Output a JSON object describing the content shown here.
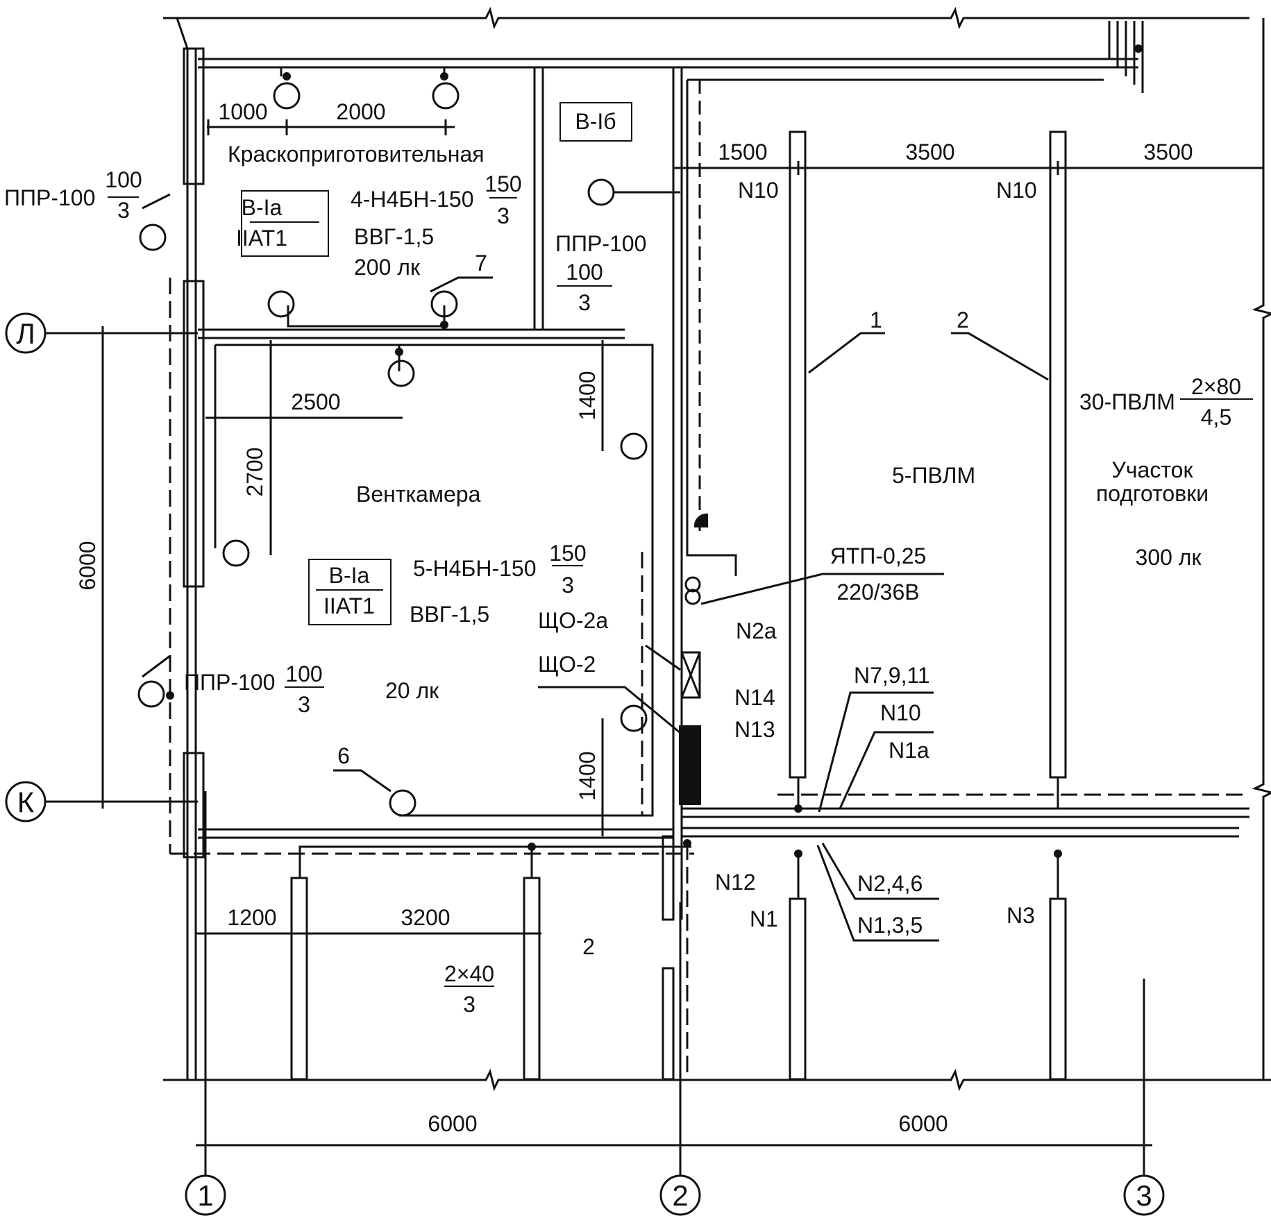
{
  "rooms": {
    "paint": {
      "name": "Краскоприготовительная",
      "zone_top": "В-Iа",
      "zone_bottom": "IIАТ1",
      "fixture_prefix": "4-Н4БН-150",
      "fixture_num": "150",
      "fixture_den": "3",
      "cable": "ВВГ-1,5",
      "lux": "200 лк"
    },
    "vent": {
      "name": "Венткамера",
      "zone_top": "В-Iа",
      "zone_bottom": "IIАТ1",
      "fixture_prefix": "5-Н4БН-150",
      "fixture_num": "150",
      "fixture_den": "3",
      "cable": "ВВГ-1,5",
      "lux": "20 лк"
    },
    "prep": {
      "name_line1": "Участок",
      "name_line2": "подготовки",
      "lux": "300 лк",
      "fixture_prefix": "30-ПВЛМ",
      "fixture_num": "2×80",
      "fixture_den": "4,5",
      "line_label": "5-ПВЛМ"
    },
    "small_zone": "В-Iб",
    "bottom_fixture_num": "2×40",
    "bottom_fixture_den": "3"
  },
  "fixtures": {
    "ppr_prefix": "ППР-100",
    "ppr_num": "100",
    "ppr_den": "3"
  },
  "equipment": {
    "transformer": "ЯТП-0,25",
    "transformer_voltage": "220/36В",
    "panel_a": "ЩО-2а",
    "panel": "ЩО-2"
  },
  "groups": {
    "n10": "N10",
    "n2a": "N2а",
    "n14": "N14",
    "n13": "N13",
    "n12": "N12",
    "n1": "N1",
    "n3": "N3",
    "n7911": "N7,9,11",
    "n1a": "N1а",
    "n246": "N2,4,6",
    "n135": "N1,3,5"
  },
  "callouts": {
    "c1": "1",
    "c2": "2",
    "c6": "6",
    "c7": "7"
  },
  "dimensions": {
    "d1000": "1000",
    "d2000": "2000",
    "d1500": "1500",
    "d3500": "3500",
    "d2500": "2500",
    "d2700": "2700",
    "d1400": "1400",
    "d6000": "6000",
    "d1200": "1200",
    "d3200": "3200"
  },
  "axes": {
    "col1": "1",
    "col2": "2",
    "col3": "3",
    "rowL": "Л",
    "rowK": "К"
  },
  "colors": {
    "line": "#111111",
    "background": "#ffffff"
  }
}
